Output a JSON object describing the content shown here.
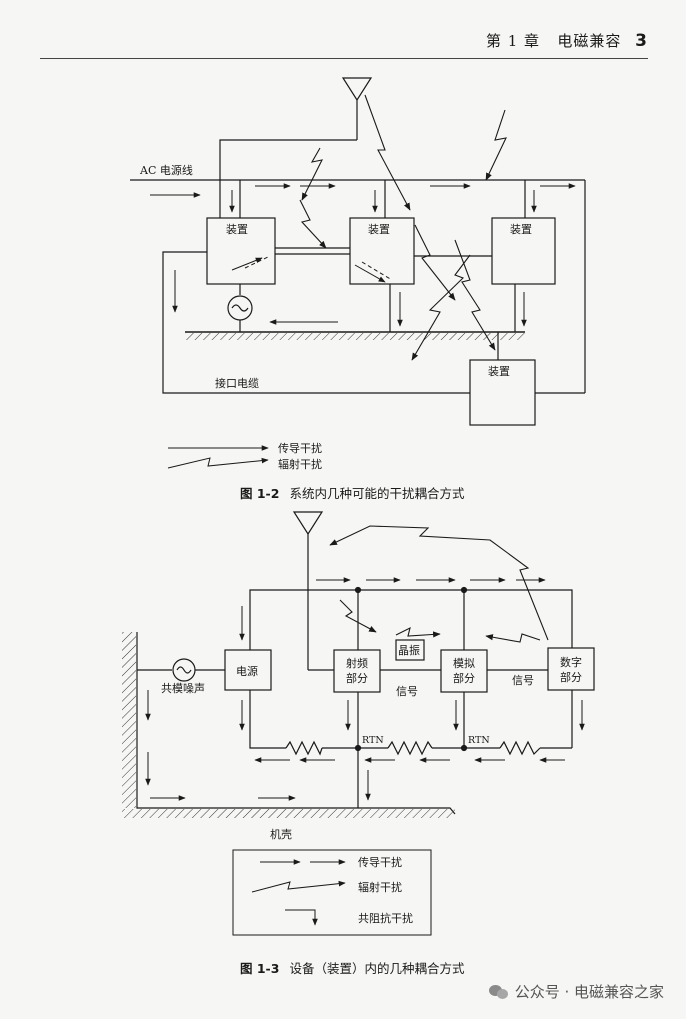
{
  "header": {
    "chapter": "第 1 章",
    "title": "电磁兼容",
    "page_number": "3"
  },
  "figure1": {
    "label_ac": "AC 电源线",
    "device": "装置",
    "cable": "接口电缆",
    "legend_conducted": "传导干扰",
    "legend_radiated": "辐射干扰",
    "caption_label": "图 1-2",
    "caption_text": "系统内几种可能的干扰耦合方式"
  },
  "figure2": {
    "common_noise": "共模噪声",
    "power": "电源",
    "rf_1": "射频",
    "rf_2": "部分",
    "crystal": "晶振",
    "analog_1": "模拟",
    "analog_2": "部分",
    "digital_1": "数字",
    "digital_2": "部分",
    "signal_1": "信号",
    "signal_2": "信号",
    "rtn_1": "RTN",
    "rtn_2": "RTN",
    "chassis": "机壳",
    "legend_conducted": "传导干扰",
    "legend_radiated": "辐射干扰",
    "legend_common_impedance": "共阻抗干扰",
    "caption_label": "图 1-3",
    "caption_text": "设备（装置）内的几种耦合方式"
  },
  "watermark": {
    "text": "公众号 · 电磁兼容之家"
  }
}
